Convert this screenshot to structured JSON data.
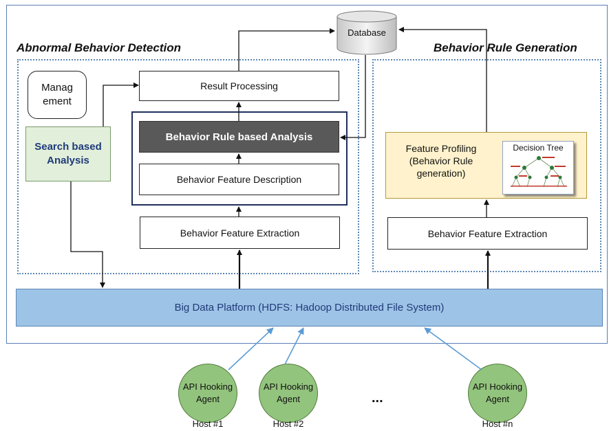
{
  "database": {
    "label": "Database"
  },
  "left_section": {
    "title": "Abnormal Behavior Detection",
    "management": {
      "line1": "Manag",
      "line2": "ement"
    },
    "result_processing": "Result Processing",
    "search_analysis": {
      "line1": "Search based",
      "line2": "Analysis"
    },
    "rule_analysis": "Behavior Rule based Analysis",
    "feature_description": "Behavior Feature Description",
    "feature_extraction": "Behavior Feature Extraction"
  },
  "right_section": {
    "title": "Behavior Rule Generation",
    "feature_profiling": {
      "line1": "Feature Profiling",
      "line2": "(Behavior Rule",
      "line3": "generation)"
    },
    "decision_tree_label": "Decision Tree",
    "feature_extraction": "Behavior Feature Extraction"
  },
  "platform": {
    "label": "Big Data Platform (HDFS: Hadoop Distributed File System)"
  },
  "agents": [
    {
      "line1": "API Hooking",
      "line2": "Agent",
      "host": "Host #1"
    },
    {
      "line1": "API Hooking",
      "line2": "Agent",
      "host": "Host #2"
    },
    {
      "line1": "API Hooking",
      "line2": "Agent",
      "host": "Host #n"
    }
  ],
  "ellipsis": "...",
  "colors": {
    "platform_fill": "#9dc3e6",
    "search_fill": "#e2efda",
    "profiling_fill": "#fff2cc",
    "rule_fill": "#595959",
    "agent_fill": "#93c47d"
  }
}
